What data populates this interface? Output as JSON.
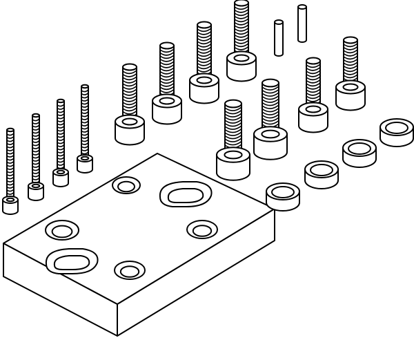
{
  "illustration": {
    "subject": "mounting-kit-exploded-view",
    "line_color": "#000000",
    "background_color": "#ffffff",
    "parts": {
      "long_screws": 4,
      "cap_screws": 8,
      "dowel_pins": 2,
      "centering_sleeves": 4,
      "adapter_plate": 1
    }
  }
}
